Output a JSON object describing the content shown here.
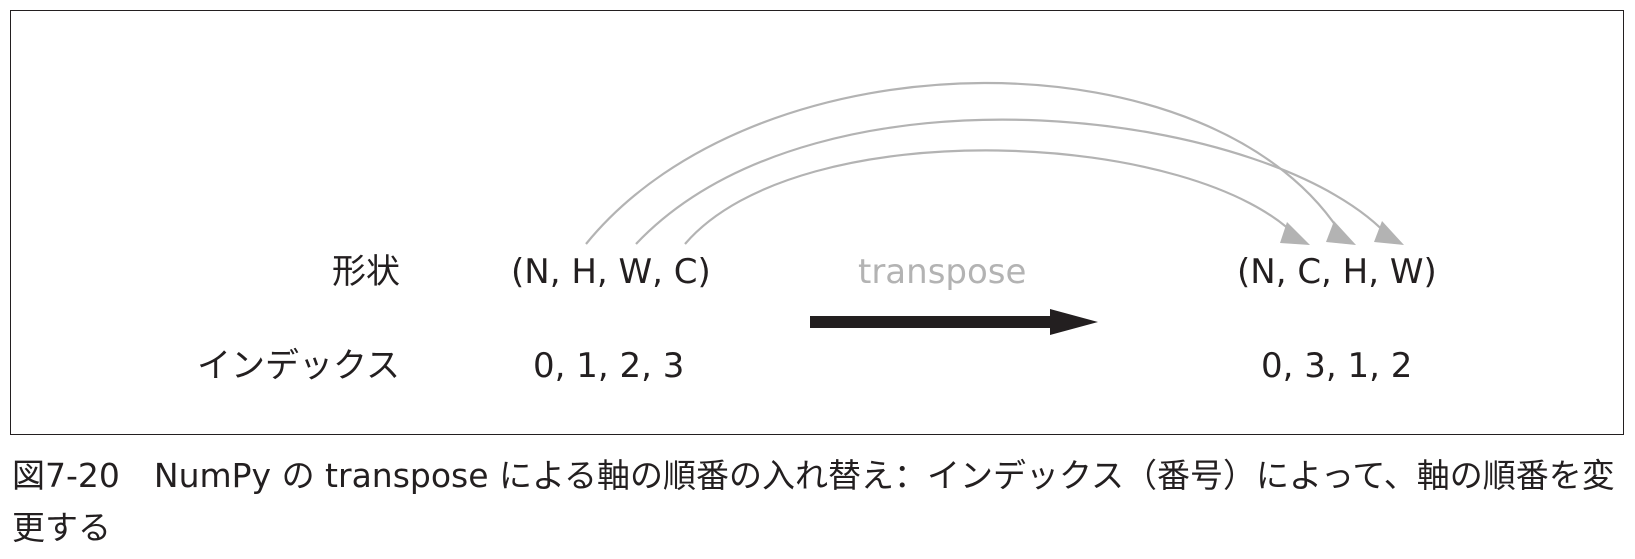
{
  "rows": {
    "shape_label": "形状",
    "index_label": "インデックス"
  },
  "before": {
    "shape": "(N, H, W, C)",
    "index": "0, 1, 2, 3"
  },
  "operation": {
    "label": "transpose"
  },
  "after": {
    "shape": "(N, C, H, W)",
    "index": "0, 3, 1, 2"
  },
  "colors": {
    "text": "#231f20",
    "curve": "#b3b3b3",
    "arrow": "#231f20"
  },
  "caption": {
    "number": "図7-20",
    "text": "NumPy の transpose による軸の順番の入れ替え：インデックス（番号）によって、軸の順番を変更する"
  }
}
